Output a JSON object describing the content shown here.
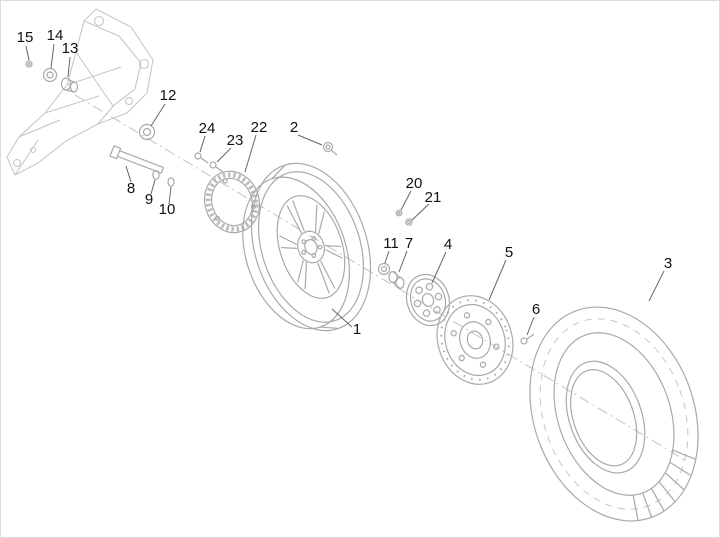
{
  "colors": {
    "background": "#ffffff",
    "line": "#a9a9a9",
    "faint": "#c7c7c7",
    "leader": "#666666",
    "text": "#111111"
  },
  "callouts": {
    "p1": "1",
    "p2": "2",
    "p3": "3",
    "p4": "4",
    "p5": "5",
    "p6": "6",
    "p7": "7",
    "p8": "8",
    "p9": "9",
    "p10": "10",
    "p11": "11",
    "p12": "12",
    "p13": "13",
    "p14": "14",
    "p15": "15",
    "p20": "20",
    "p21": "21",
    "p22": "22",
    "p23": "23",
    "p24": "24"
  }
}
